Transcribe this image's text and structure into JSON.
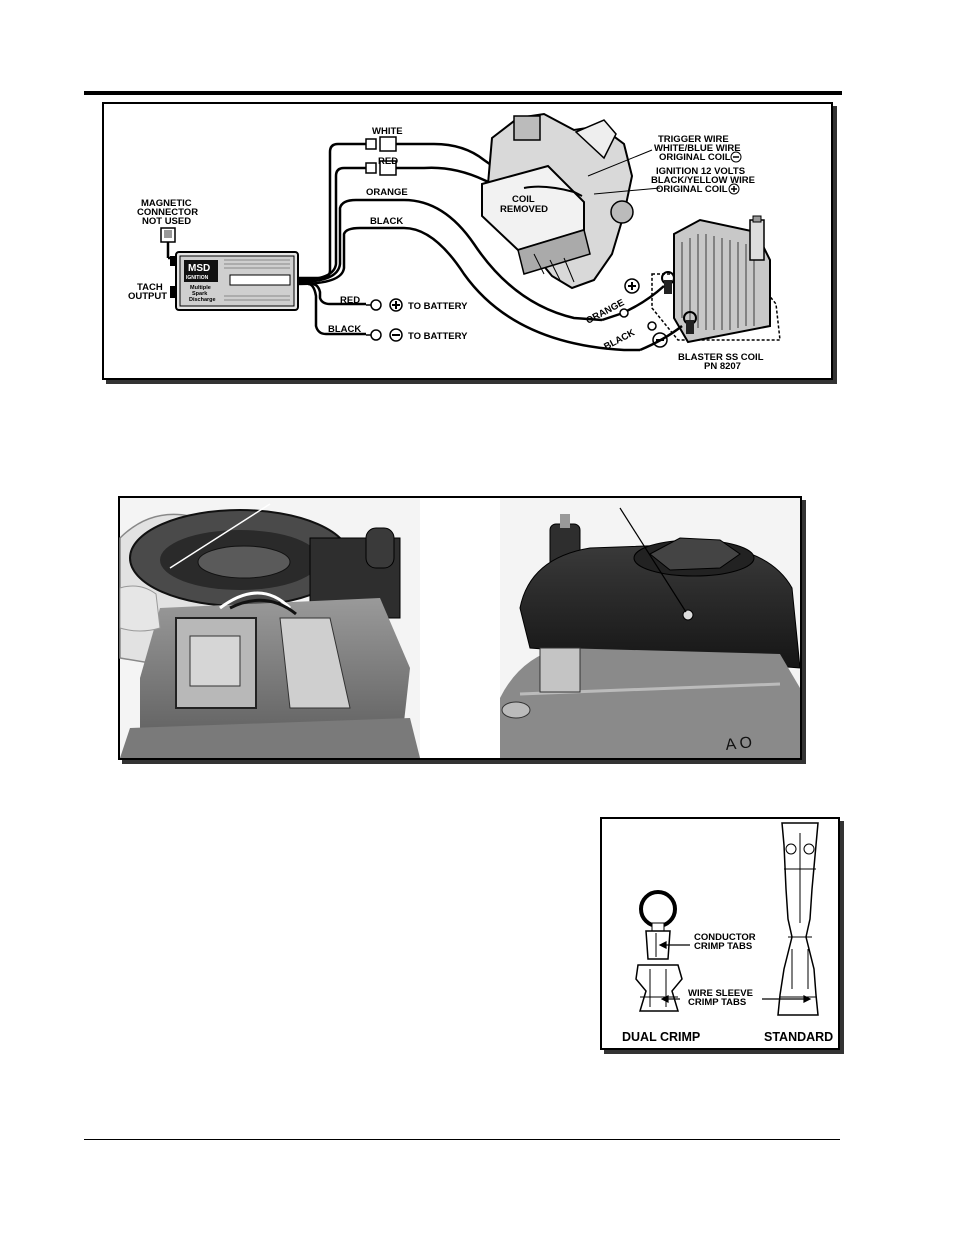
{
  "wiring": {
    "labels": {
      "white": "WHITE",
      "red_top": "RED",
      "orange_top": "ORANGE",
      "black_top": "BLACK",
      "magnetic": [
        "MAGNETIC",
        "CONNECTOR",
        "NOT USED"
      ],
      "tach": [
        "TACH",
        "OUTPUT"
      ],
      "coil_removed": [
        "COIL",
        "REMOVED"
      ],
      "trigger": [
        "TRIGGER WIRE",
        "WHITE/BLUE WIRE",
        "ORIGINAL COIL"
      ],
      "ignition": [
        "IGNITION 12 VOLTS",
        "BLACK/YELLOW WIRE",
        "ORIGINAL COIL"
      ],
      "red_bottom": "RED",
      "black_bottom": "BLACK",
      "to_battery_pos": "TO BATTERY",
      "to_battery_neg": "TO BATTERY",
      "orange_coil": "ORANGE",
      "black_coil": "BLACK",
      "blaster": [
        "BLASTER SS COIL",
        "PN 8207"
      ],
      "box_logo": [
        "MSD",
        "IGNITION"
      ],
      "box_text": [
        "Multiple",
        "Spark",
        "Discharge"
      ]
    }
  },
  "photos": {
    "left_stamp": "",
    "right_stamp": "A O"
  },
  "crimp": {
    "conductor": [
      "CONDUCTOR",
      "CRIMP TABS"
    ],
    "sleeve": [
      "WIRE SLEEVE",
      "CRIMP TABS"
    ],
    "dual": "DUAL CRIMP",
    "standard": "STANDARD"
  }
}
